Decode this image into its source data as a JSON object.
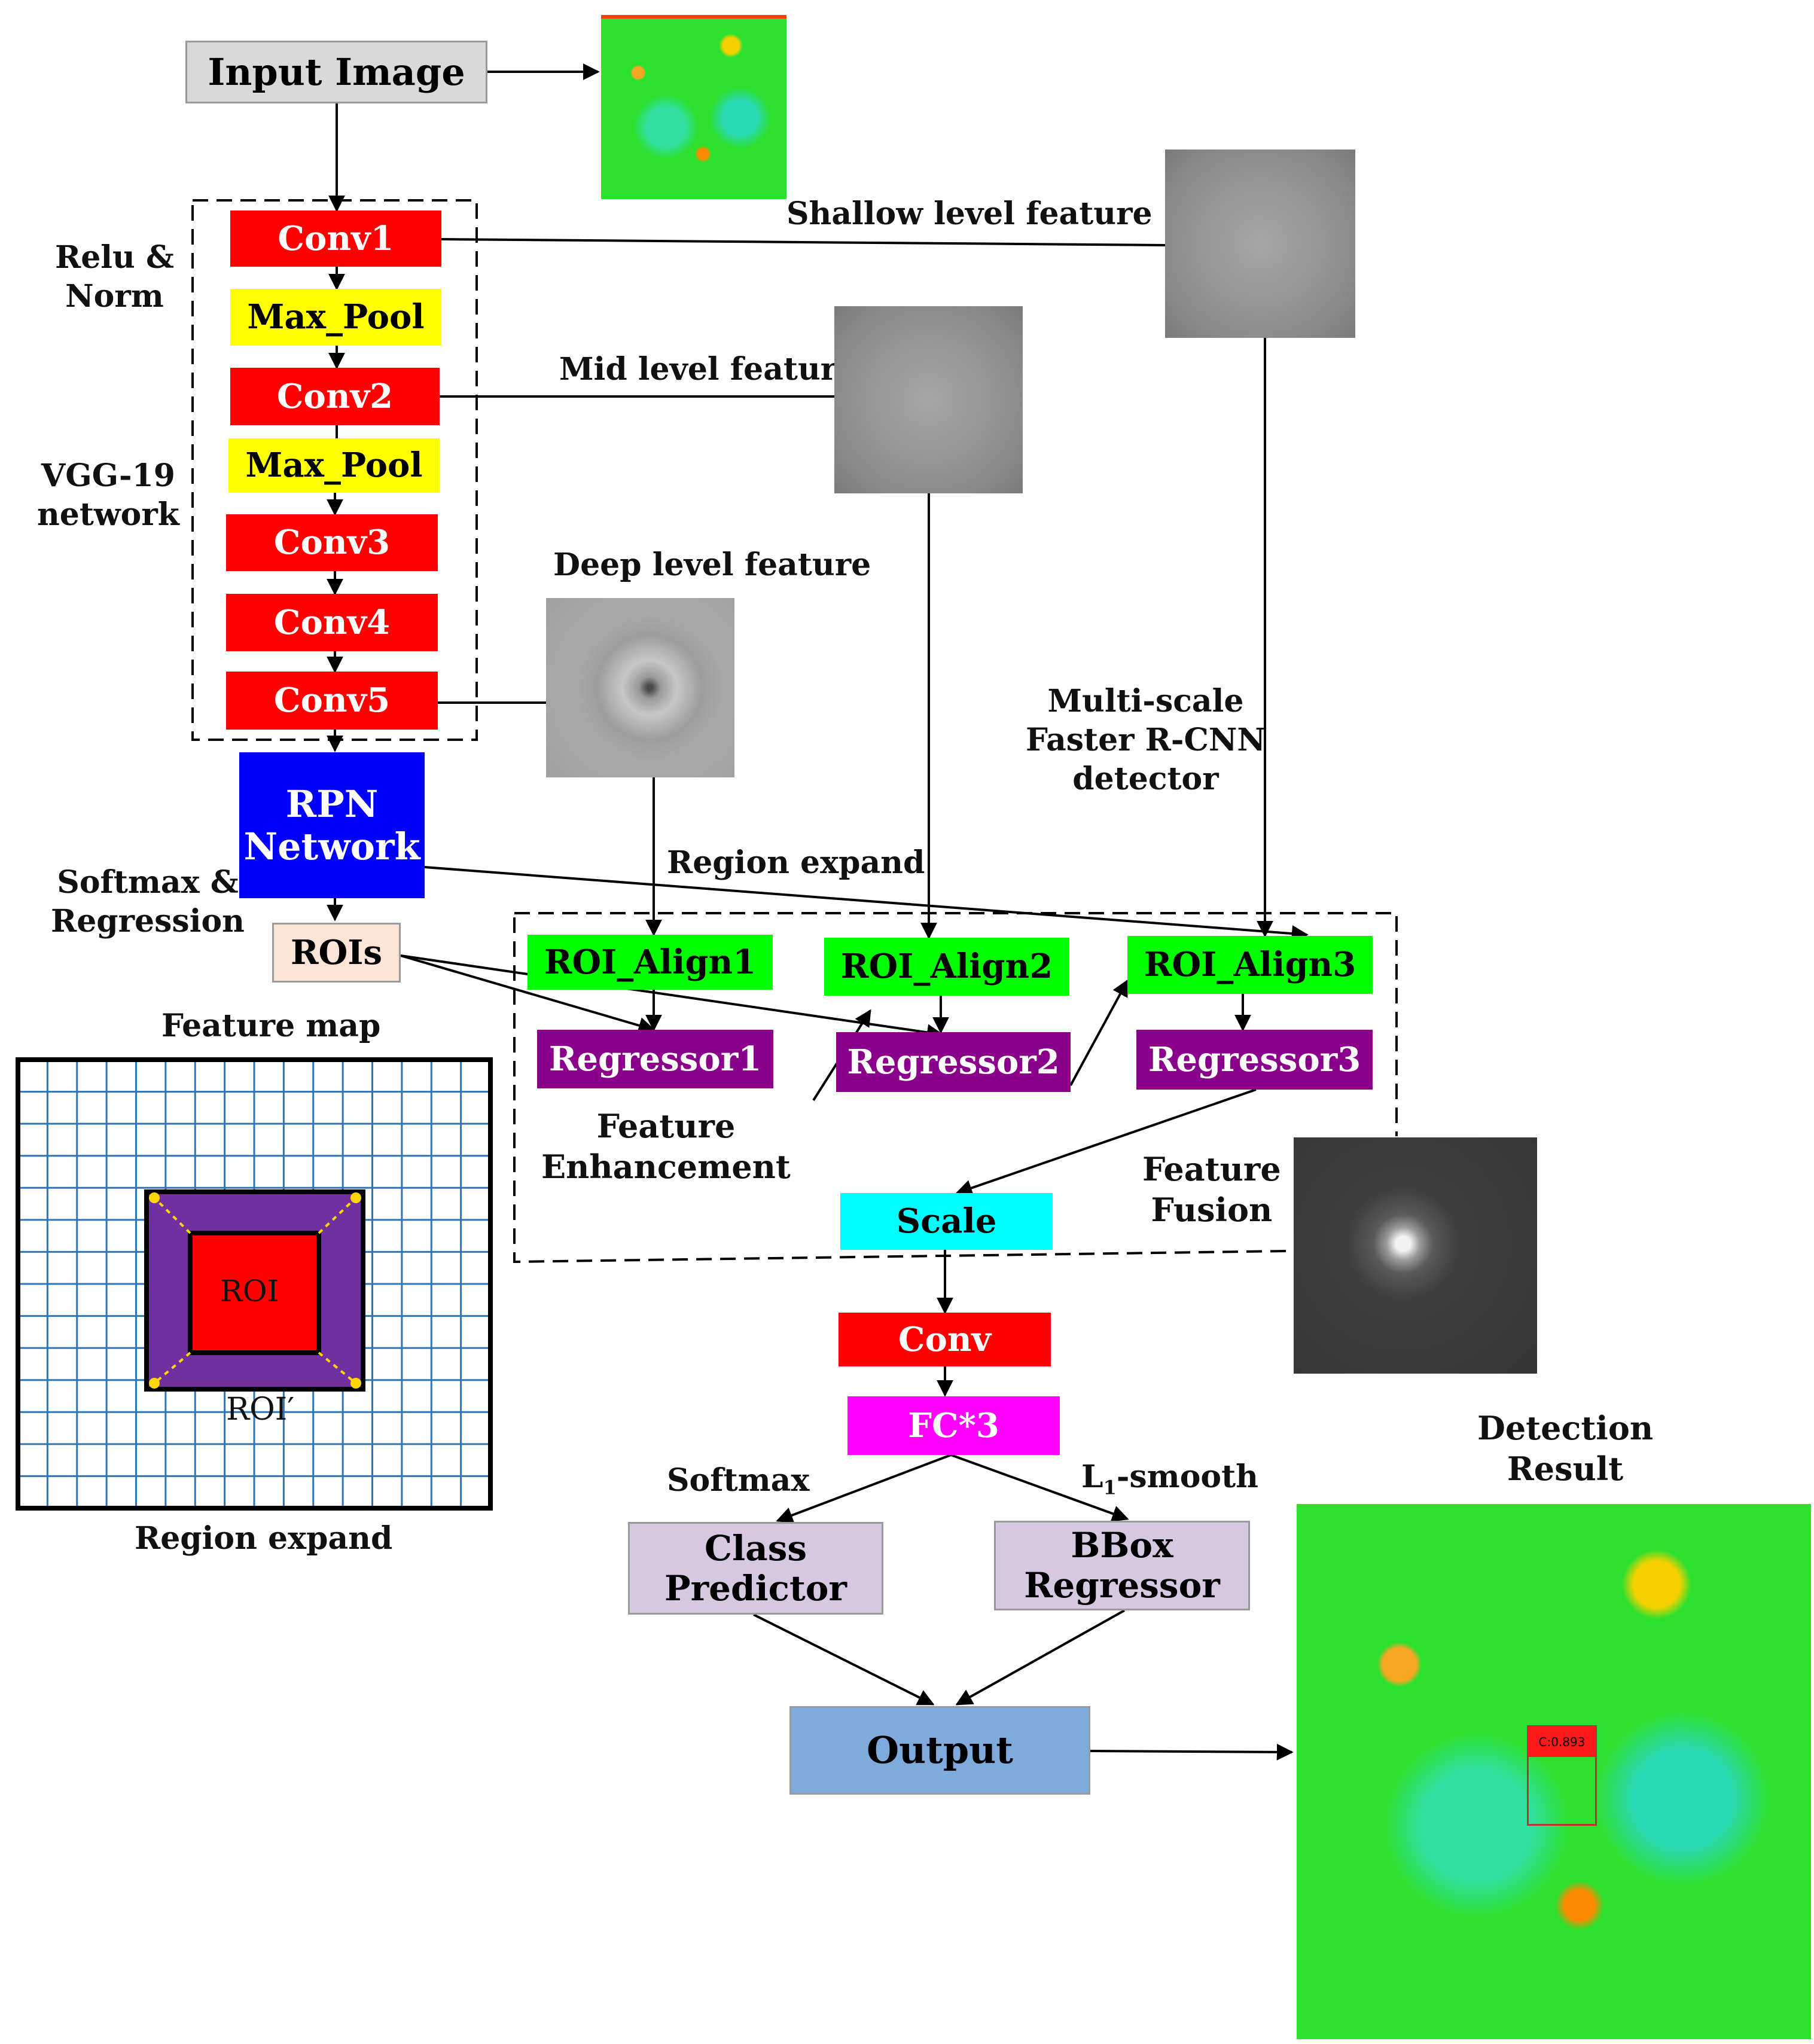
{
  "input": {
    "label": "Input Image"
  },
  "backbone": {
    "side_label_top": [
      "Relu &",
      "Norm"
    ],
    "side_label_mid": [
      "VGG-19",
      "network"
    ],
    "layers": [
      "Conv1",
      "Max_Pool",
      "Conv2",
      "Max_Pool",
      "Conv3",
      "Conv4",
      "Conv5"
    ]
  },
  "features": {
    "shallow": "Shallow level feature",
    "mid": "Mid level feature",
    "deep": "Deep level feature"
  },
  "rpn": {
    "label": [
      "RPN",
      "Network"
    ],
    "side_label": [
      "Softmax &",
      "Regression"
    ],
    "rois": "ROIs"
  },
  "detector_label": [
    "Multi-scale",
    "Faster R-CNN",
    "detector"
  ],
  "region_expand_top": "Region expand",
  "roi_align": [
    "ROI_Align1",
    "ROI_Align2",
    "ROI_Align3"
  ],
  "regressors": [
    "Regressor1",
    "Regressor2",
    "Regressor3"
  ],
  "feature_enhancement": [
    "Feature",
    "Enhancement"
  ],
  "feature_fusion": [
    "Feature",
    "Fusion"
  ],
  "scale": "Scale",
  "conv": "Conv",
  "fc": "FC*3",
  "softmax": "Softmax",
  "l1_smooth": {
    "prefix": "L",
    "sub": "1",
    "suffix": "-smooth"
  },
  "class_predictor": [
    "Class",
    "Predictor"
  ],
  "bbox_regressor": [
    "BBox",
    "Regressor"
  ],
  "output": "Output",
  "detection_result": [
    "Detection",
    "Result"
  ],
  "detection_box_label": "C:0.893",
  "inset": {
    "title": "Feature map",
    "roi": "ROI",
    "roi_prime": "ROI′",
    "caption": "Region expand"
  },
  "colors": {
    "conv": "#ff0000",
    "pool": "#ffff00",
    "rpn": "#0000ff",
    "rois": "#fce4d6",
    "roi_align": "#00ff00",
    "regressor": "#8b008b",
    "scale": "#00ffff",
    "fc": "#ff00ff",
    "heads": "#d6c8e0",
    "output": "#7eaadc",
    "input": "#d9d9d9"
  }
}
